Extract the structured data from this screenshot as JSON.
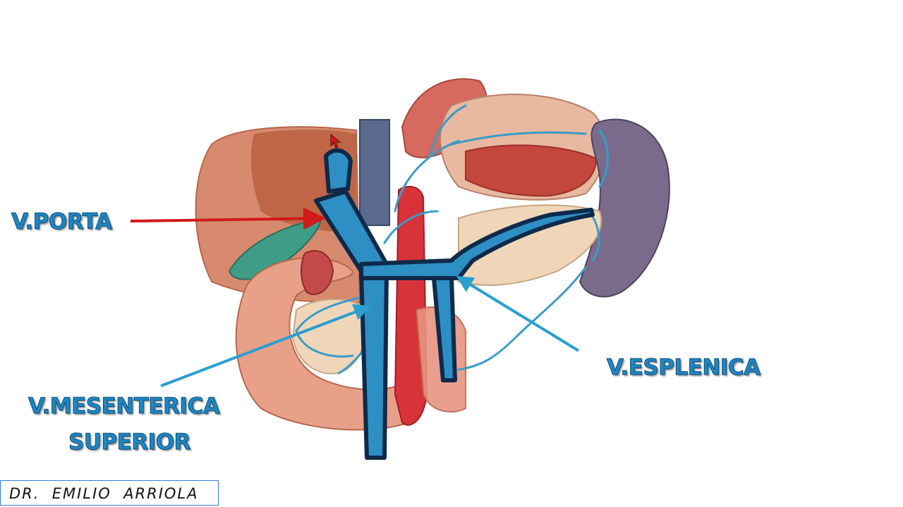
{
  "labels": {
    "porta": "V.PORTA",
    "mesenterica_line1": "V.MESENTERICA",
    "mesenterica_line2": "SUPERIOR",
    "esplenica": "V.ESPLENICA"
  },
  "credit": "DR.  EMILIO  ARRIOLA",
  "colors": {
    "label_text": "#1f86c2",
    "vein_fill": "#2e8fc4",
    "vein_outline": "#0e2a4a",
    "porta_arrow": "#d11a1a",
    "pointer_arrows": "#2a9fd0",
    "credit_border": "#3a7bd5"
  },
  "icons": {
    "cursor": "mouse-pointer-icon"
  }
}
